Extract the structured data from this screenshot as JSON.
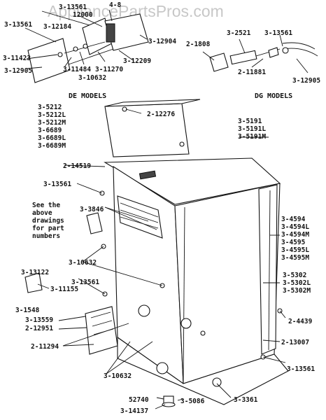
{
  "watermark": "AppliancePartsPros.com",
  "headers": {
    "de_models": "DE MODELS",
    "dg_models": "DG MODELS"
  },
  "de_model_list": [
    "3-5212",
    "3-5212L",
    "3-5212M",
    "3-6689",
    "3-6689L",
    "3-6689M"
  ],
  "dg_model_list": [
    "3-5191",
    "3-5191L",
    "3-5191M"
  ],
  "note": [
    "See the",
    "above",
    "drawings",
    "for part",
    "numbers"
  ],
  "labels": {
    "l4_8": "4-8",
    "l13561_a": "3-13561",
    "l12000": "12000",
    "l13561_b": "3-13561",
    "l12184": "3-12184",
    "l12904": "3-12904",
    "l11423": "3-11423",
    "l12209": "3-12209",
    "l11484": "3-11484",
    "l11270": "3-11270",
    "l12905_a": "3-12905",
    "l10632_a": "3-10632",
    "l2521": "3-2521",
    "l13561_c": "3-13561",
    "l1808": "2-1808",
    "l11881": "2-11881",
    "l12905_b": "3-12905",
    "l12276": "2-12276",
    "l14519": "2-14519",
    "l13561_d": "3-13561",
    "l3846": "3-3846",
    "l10632_b": "3-10632",
    "l13122": "3-13122",
    "l11155": "3-11155",
    "l1548": "3-1548",
    "l13561_e": "3-13561",
    "l13559": "3-13559",
    "l12951": "2-12951",
    "l11294": "2-11294",
    "l10632_c": "3-10632",
    "l4594": "3-4594",
    "l4594L": "3-4594L",
    "l4594M": "3-4594M",
    "l4595": "3-4595",
    "l4595L": "3-4595L",
    "l4595M": "3-4595M",
    "l5302": "3-5302",
    "l5302L": "3-5302L",
    "l5302M": "3-5302M",
    "l4439": "2-4439",
    "l13007": "2-13007",
    "l13561_f": "3-13561",
    "l3361": "3-3361",
    "l52740": "52740",
    "l5086": "3-5086",
    "l14137": "3-14137"
  }
}
